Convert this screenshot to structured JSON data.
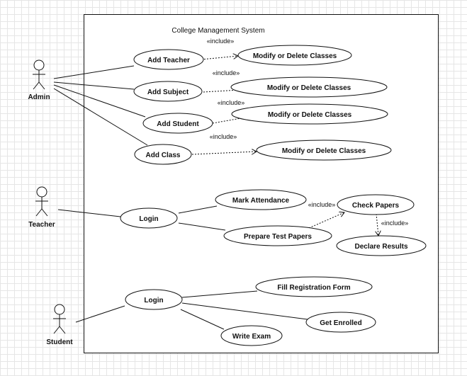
{
  "system_title": "College Management System",
  "include_label": "«include»",
  "actors": {
    "admin": "Admin",
    "teacher": "Teacher",
    "student": "Student"
  },
  "use_cases": {
    "add_teacher": "Add Teacher",
    "add_subject": "Add Subject",
    "add_student": "Add Student",
    "add_class": "Add Class",
    "modify_classes": "Modify or Delete Classes",
    "teacher_login": "Login",
    "mark_attendance": "Mark Attendance",
    "prepare_test_papers": "Prepare Test Papers",
    "check_papers": "Check Papers",
    "declare_results": "Declare Results",
    "student_login": "Login",
    "fill_registration": "Fill Registration Form",
    "get_enrolled": "Get Enrolled",
    "write_exam": "Write Exam"
  }
}
